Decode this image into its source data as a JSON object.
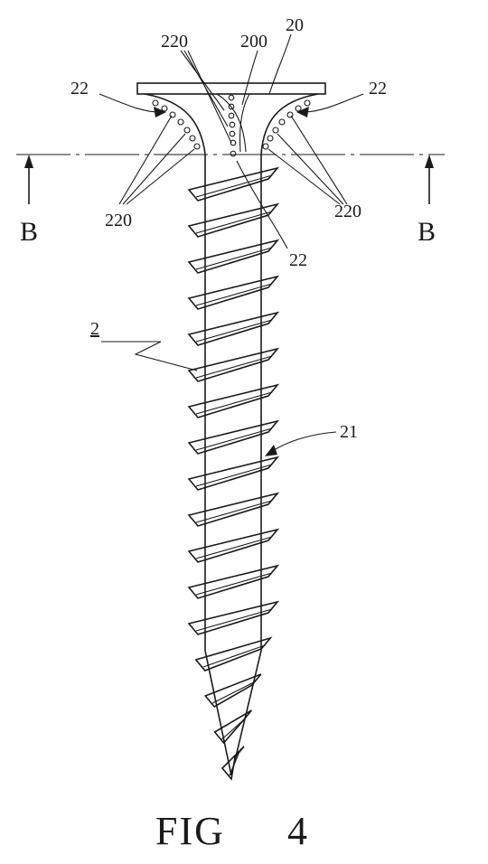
{
  "figure": {
    "caption_fig": "FIG",
    "caption_num": "4",
    "labels": {
      "head_ref": "20",
      "recess_ref": "200",
      "pits_top": "220",
      "pits_left": "220",
      "pits_right": "220",
      "left_22": "22",
      "right_22": "22",
      "center_22": "22",
      "screw_ref": "2",
      "thread_ref": "21",
      "section_left": "B",
      "section_right": "B"
    }
  }
}
